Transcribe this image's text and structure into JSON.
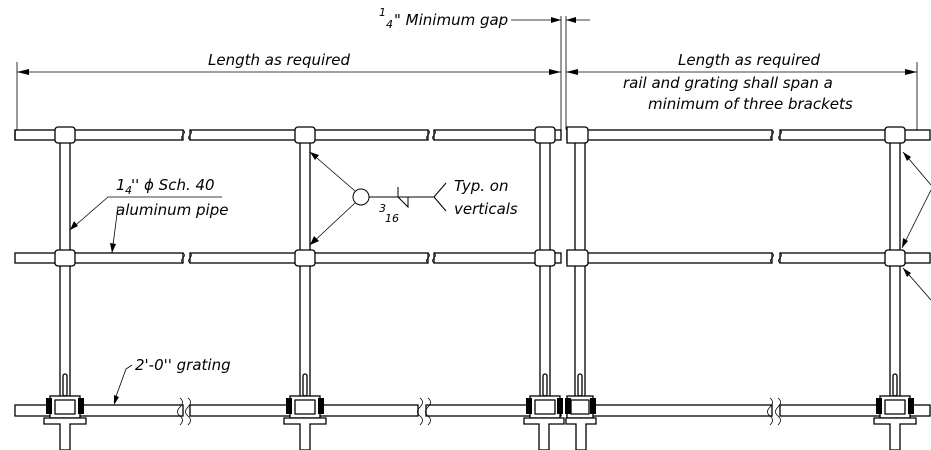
{
  "notes": {
    "gap_fraction_num": "1",
    "gap_fraction_den": "4",
    "gap_label": "\" Minimum gap",
    "length_left": "Length as required",
    "length_right": "Length as required",
    "span_line1": "rail and grating shall span a",
    "span_line2": "minimum of three brackets",
    "pipe_size_num": "1",
    "pipe_size_den": "4",
    "pipe_line1_rest": "'' ϕ Sch. 40",
    "pipe_line2": "aluminum pipe",
    "weld_num": "3",
    "weld_den": "16",
    "typ_line1": "Typ. on",
    "typ_line2": "verticals",
    "grating": "2'-0'' grating"
  }
}
